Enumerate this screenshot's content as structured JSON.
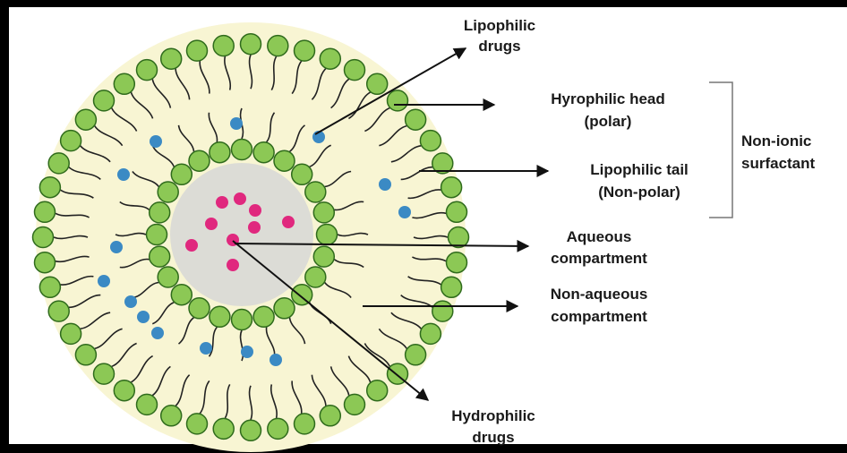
{
  "labels": {
    "lipophilic_drugs_1": "Lipophilic",
    "lipophilic_drugs_2": "drugs",
    "hydrophilic_head_1": "Hyrophilic head",
    "hydrophilic_head_2": "(polar)",
    "lipophilic_tail_1": "Lipophilic tail",
    "lipophilic_tail_2": "(Non-polar)",
    "aqueous_1": "Aqueous",
    "aqueous_2": "compartment",
    "non_aqueous_1": "Non-aqueous",
    "non_aqueous_2": "compartment",
    "hydrophilic_drugs_1": "Hydrophilic",
    "hydrophilic_drugs_2": "drugs",
    "surfactant_1": "Non-ionic",
    "surfactant_2": "surfactant"
  },
  "colors": {
    "head_fill": "#8cc855",
    "head_stroke": "#2f6b1c",
    "bilayer_fill": "#f8f5d3",
    "core_fill": "#dcdcd6",
    "lipophilic_drug": "#3b8ac4",
    "hydrophilic_drug": "#e0287e",
    "tail": "#222222",
    "arrow": "#111111",
    "bracket": "#777777"
  }
}
